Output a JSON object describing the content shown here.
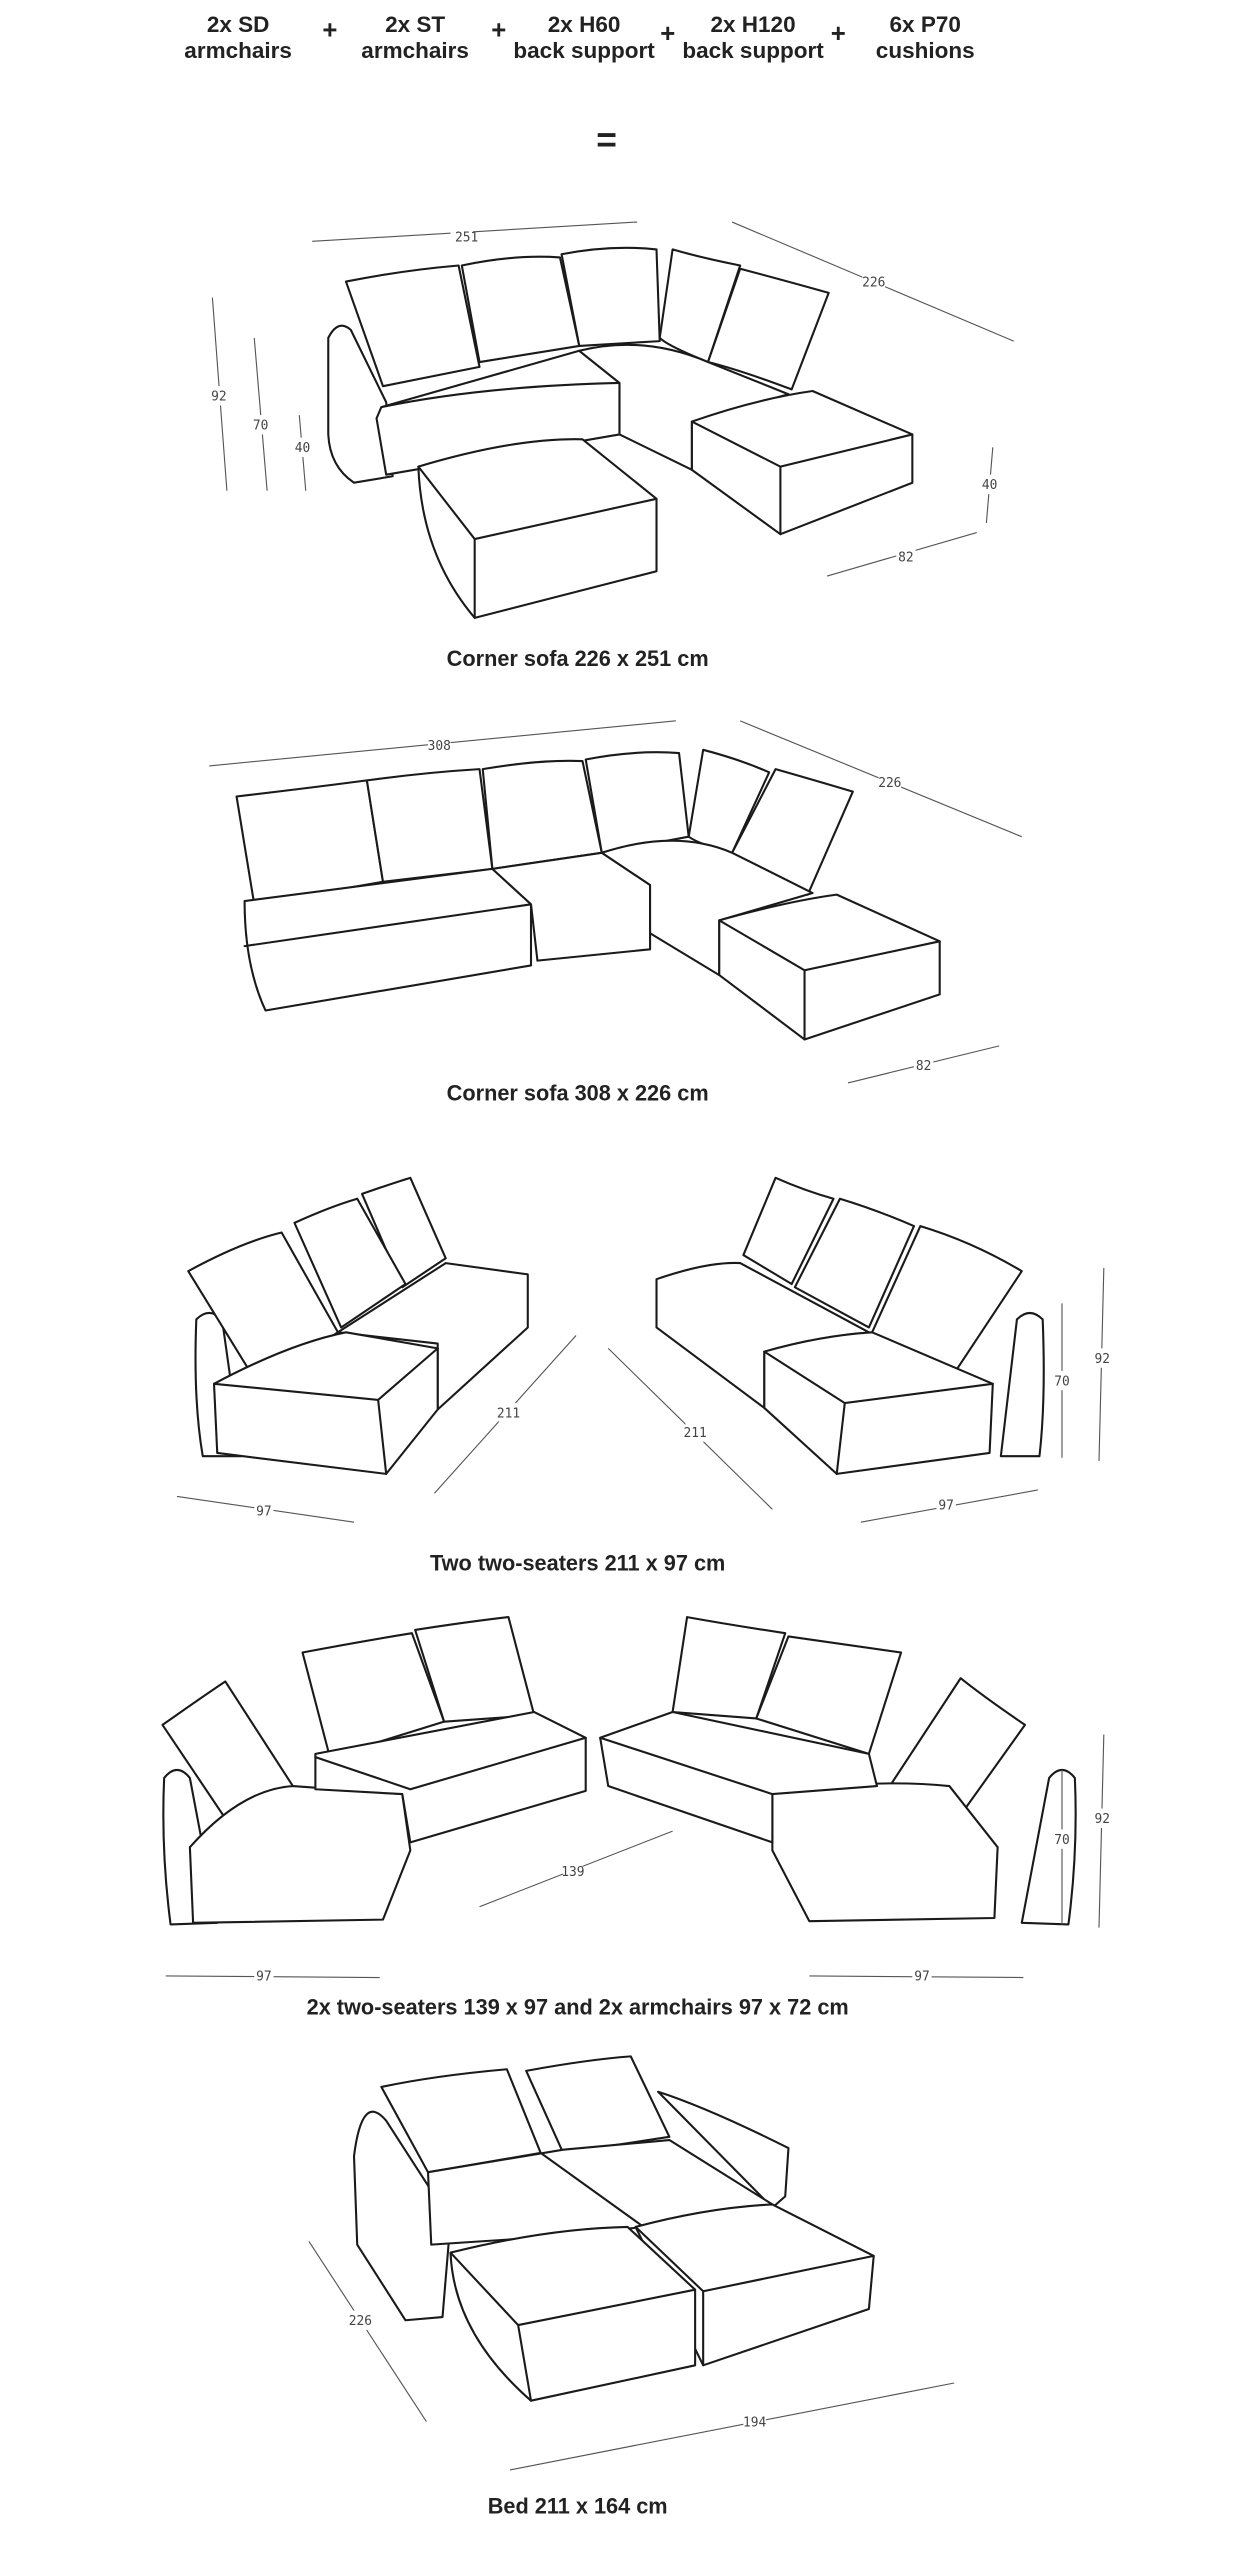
{
  "components": [
    {
      "qty": "2x SD",
      "name": "armchairs"
    },
    {
      "qty": "2x ST",
      "name": "armchairs"
    },
    {
      "qty": "2x H60",
      "name": "back support"
    },
    {
      "qty": "2x H120",
      "name": "back support"
    },
    {
      "qty": "6x P70",
      "name": "cushions"
    }
  ],
  "plus": "+",
  "equals": "=",
  "configurations": [
    {
      "caption": "Corner sofa 226 x 251 cm",
      "dims": [
        "251",
        "226",
        "92",
        "70",
        "40",
        "40",
        "82"
      ]
    },
    {
      "caption": "Corner sofa 308 x 226 cm",
      "dims": [
        "308",
        "226",
        "82"
      ]
    },
    {
      "caption": "Two two-seaters 211 x 97 cm",
      "dims": [
        "211",
        "211",
        "97",
        "97",
        "70",
        "92"
      ]
    },
    {
      "caption": "2x two-seaters 139 x 97 and 2x armchairs 97 x 72 cm",
      "dims": [
        "139",
        "97",
        "97",
        "70",
        "92"
      ]
    },
    {
      "caption": "Bed 211 x 164 cm",
      "dims": [
        "226",
        "194"
      ]
    }
  ]
}
